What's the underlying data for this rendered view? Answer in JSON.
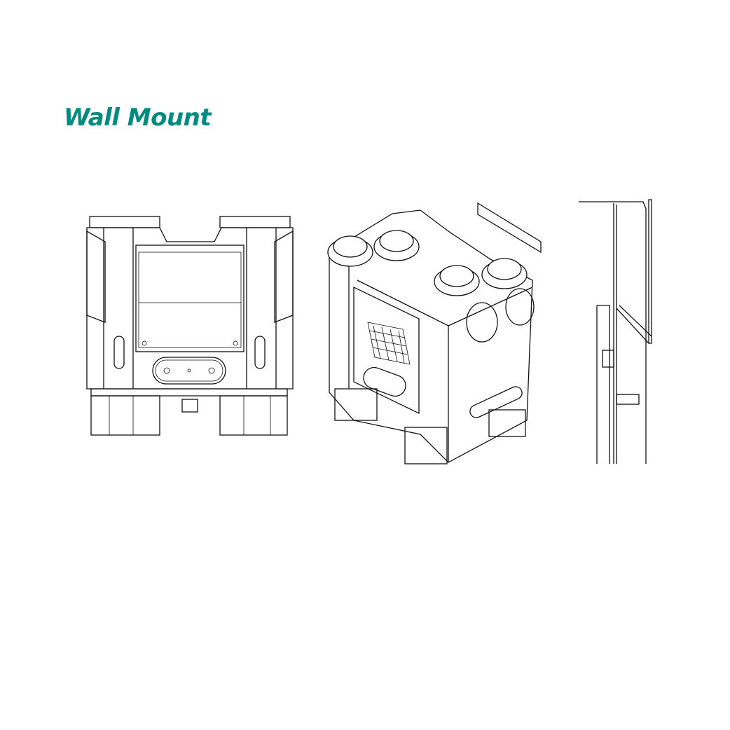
{
  "title": "Wall Mount",
  "colors": {
    "title": "#008b80",
    "line": "#111111",
    "background": "#ffffff"
  },
  "figures": [
    "front-view",
    "isometric-view",
    "side-wall-bracket-view"
  ]
}
